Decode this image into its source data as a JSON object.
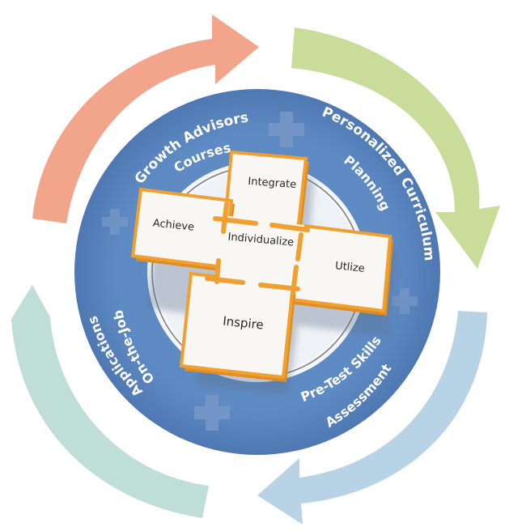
{
  "diagram": {
    "center_label": "Individualize",
    "tiles": [
      {
        "key": "integrate",
        "label": "Integrate"
      },
      {
        "key": "achieve",
        "label": "Achieve"
      },
      {
        "key": "utilize",
        "label": "Utlize"
      },
      {
        "key": "inspire",
        "label": "Inspire"
      }
    ],
    "ring_labels": {
      "growth_advisors": "Growth Advisors",
      "courses": "Courses",
      "personalized_curriculum": "Personalized Curriculum",
      "planning": "Planning",
      "on_the_job": "On-the-Job",
      "applications": "Applications",
      "pre_test_skills": "Pre-Test Skills",
      "assessment": "Assessment"
    },
    "colors": {
      "ring": "#5a86c0",
      "arrow_top_left": "#f2a58a",
      "arrow_top_right": "#c9dc9a",
      "arrow_bottom_right": "#b8d2e6",
      "arrow_bottom_left": "#bfdfd6",
      "tile_border": "#f0a030",
      "plus_icon": "#7898c8"
    },
    "icons": [
      "plus-icon",
      "arrow-icon"
    ]
  }
}
